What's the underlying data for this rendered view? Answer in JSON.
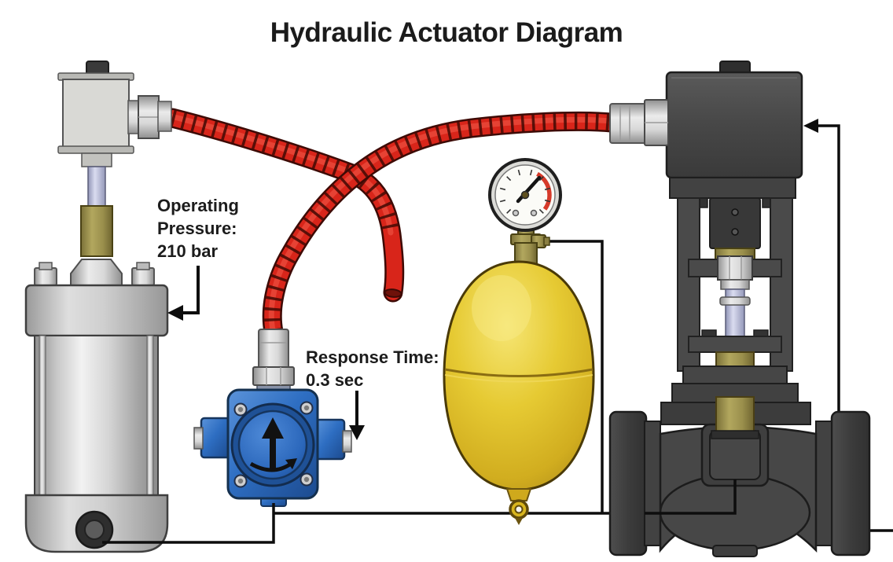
{
  "title": "Hydraulic Actuator Diagram",
  "annotations": {
    "operating_pressure": {
      "lines": [
        "Operating",
        "Pressure:",
        "210 bar"
      ],
      "value": "210 bar",
      "points_to": "hydraulic-cylinder"
    },
    "response_time": {
      "lines": [
        "Response Time:",
        "0.3 sec"
      ],
      "value": "0.3 sec",
      "points_to": "directional-control-valve"
    }
  },
  "components": {
    "solenoid_pilot_valve": "solenoid pilot valve (top left)",
    "hydraulic_cylinder": "hydraulic cylinder (left)",
    "directional_control_valve": "blue directional control valve with flow arrow",
    "pressure_gauge": "pressure gauge with red over-range zone",
    "accumulator": "yellow bladder accumulator",
    "actuated_globe_valve": "dark actuated globe valve (right)",
    "hoses": "red spiral hydraulic hoses, one open stub end",
    "lines": "black schematic connection lines with arrows"
  },
  "colors": {
    "background": "#ffffff",
    "text": "#1c1c1c",
    "line": "#0d0d0d",
    "hose_red": "#d8251a",
    "valve_blue": "#2e6ec2",
    "accumulator_yellow": "#e6ca33",
    "dark_valve_gray": "#454545",
    "brass": "#9a8f4c",
    "metal_silver": "#d8d8d8"
  }
}
